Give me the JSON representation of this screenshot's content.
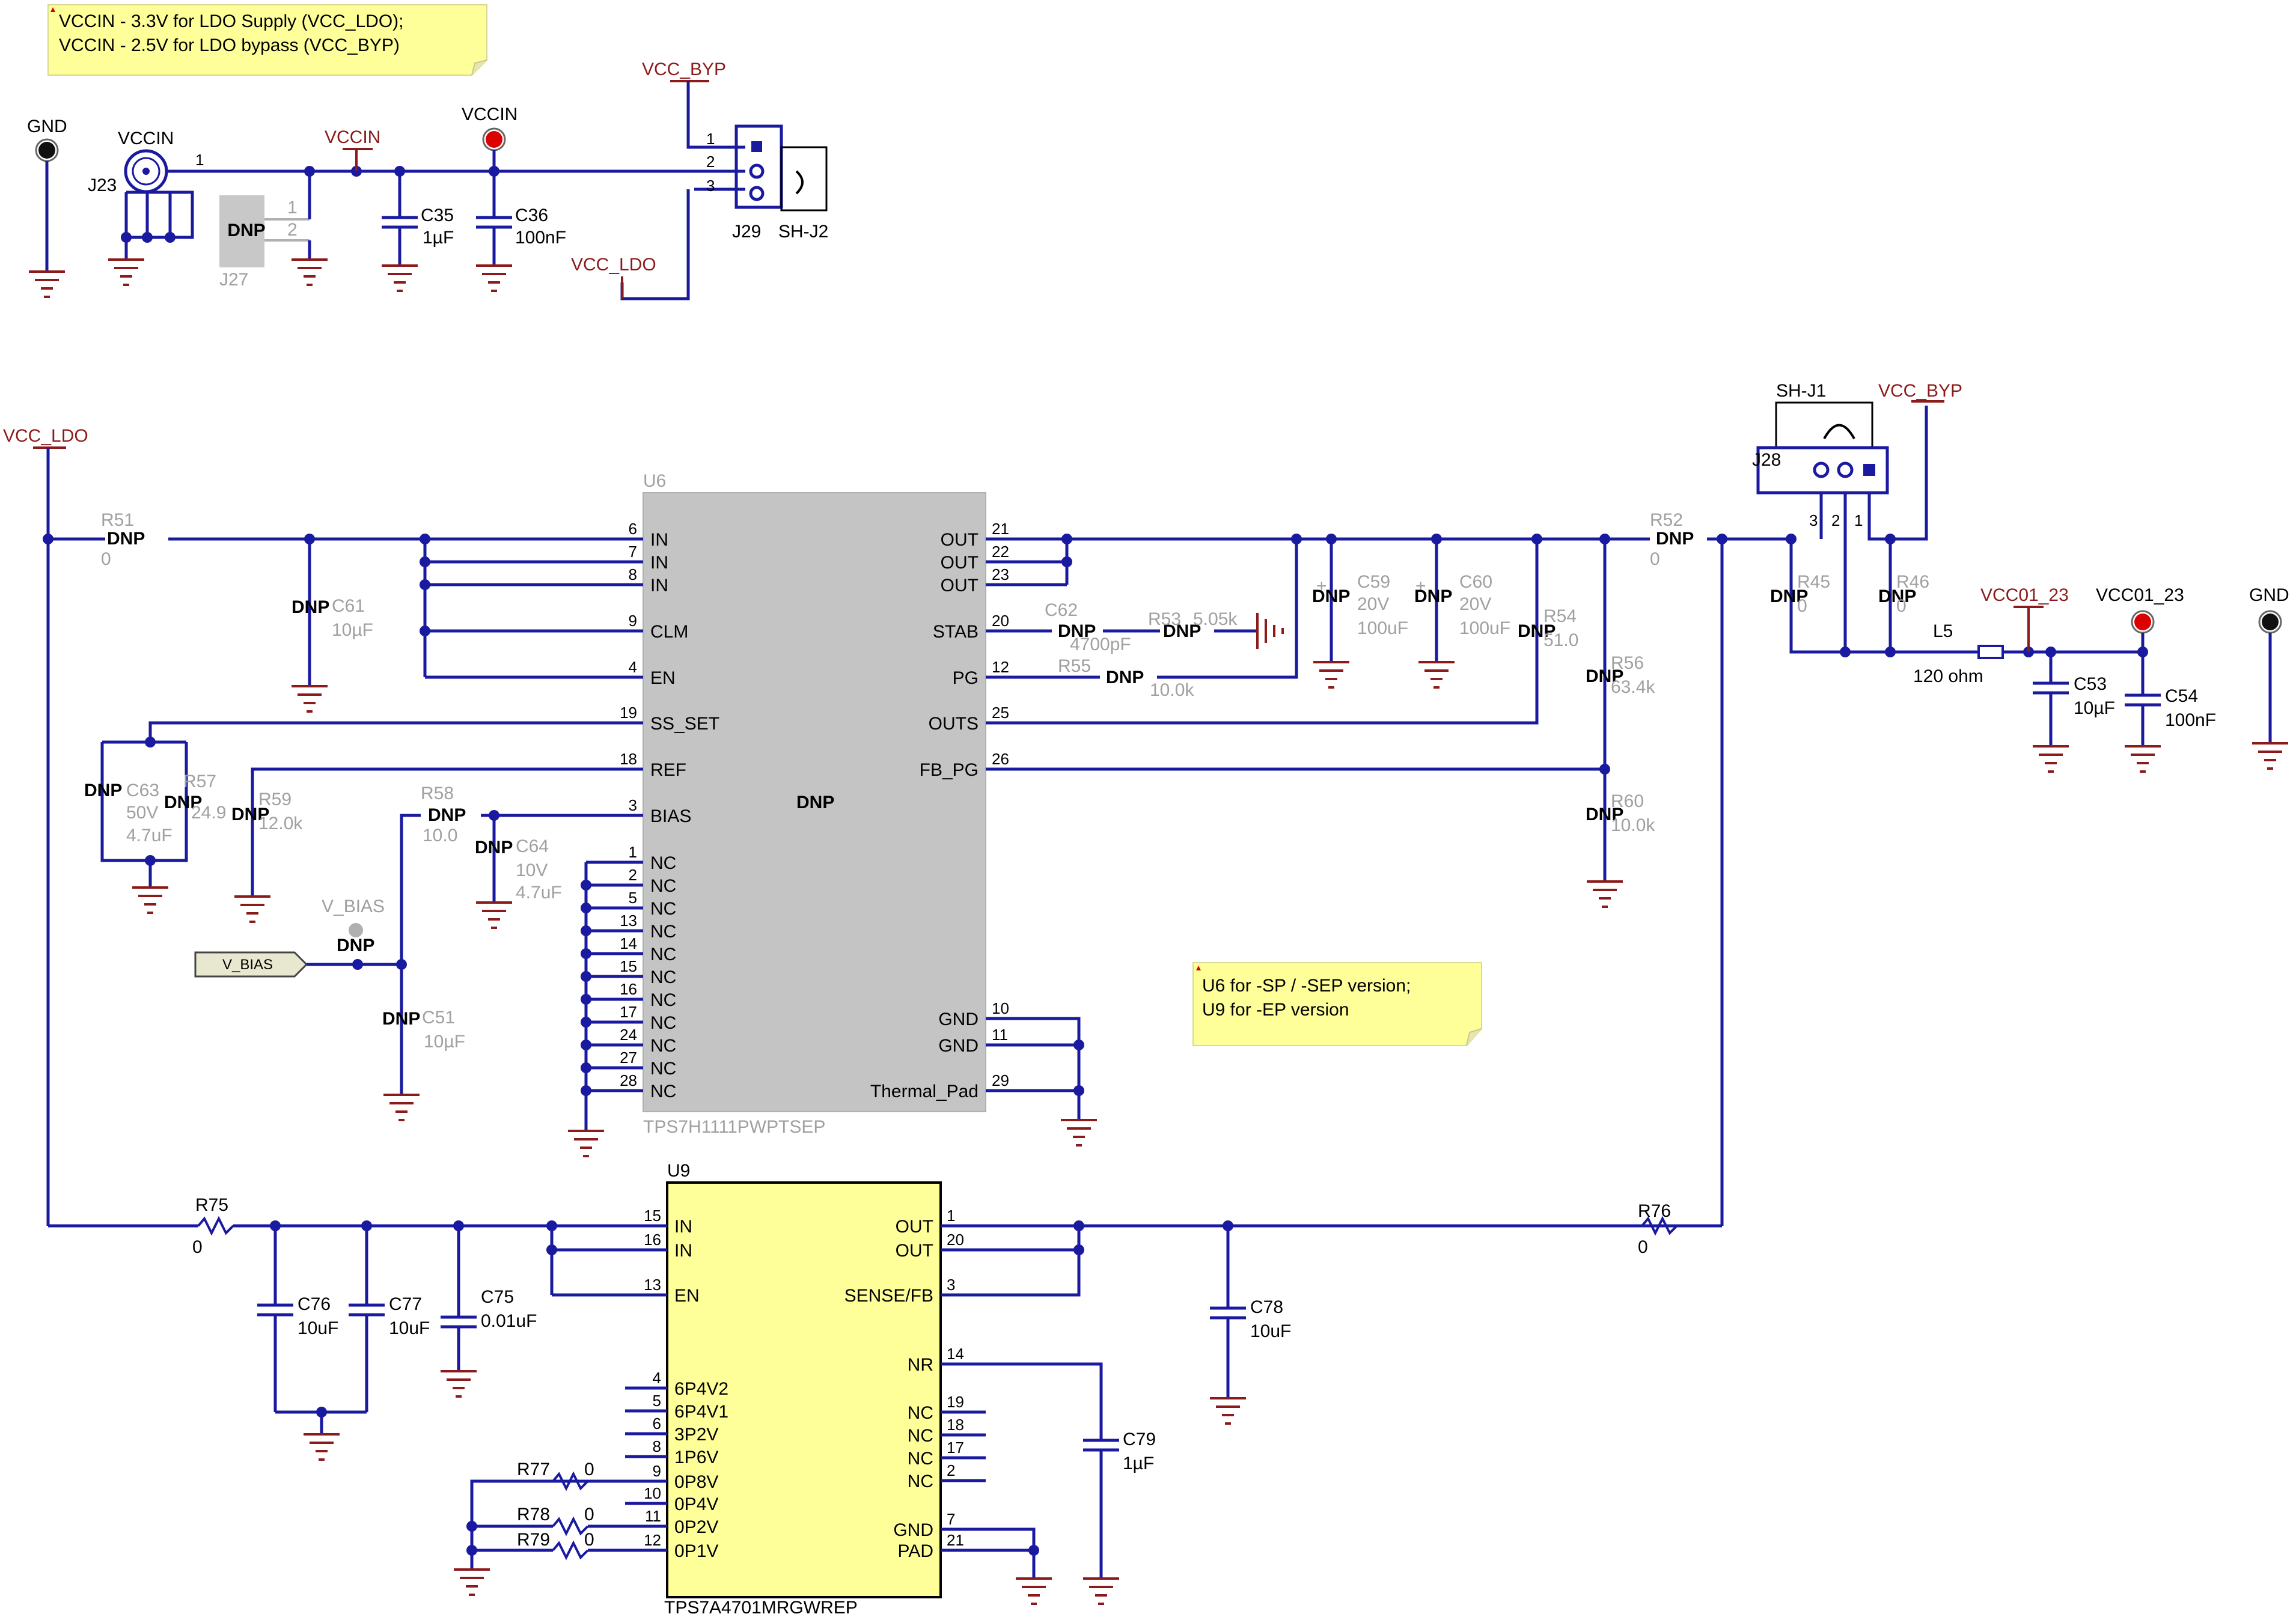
{
  "notes": {
    "top_line1": "VCCIN - 3.3V for LDO Supply (VCC_LDO);",
    "top_line2": "VCCIN - 2.5V for LDO bypass (VCC_BYP)",
    "mid_line1": "U6 for -SP / -SEP version;",
    "mid_line2": "U9 for -EP version"
  },
  "nets": {
    "gnd": "GND",
    "vccin": "VCCIN",
    "vcc_byp": "VCC_BYP",
    "vcc_ldo": "VCC_LDO",
    "vcc01_23": "VCC01_23",
    "v_bias": "V_BIAS"
  },
  "components": {
    "j23": "J23",
    "j27": "J27",
    "j29": "J29",
    "shj2": "SH-J2",
    "j28": "J28",
    "shj1": "SH-J1",
    "c35": "C35",
    "c35v": "1µF",
    "c36": "C36",
    "c36v": "100nF",
    "r51": "R51",
    "r51v": "0",
    "c61": "C61",
    "c61v": "10µF",
    "c63": "C63",
    "c63v1": "50V",
    "c63v2": "4.7uF",
    "r57": "R57",
    "r57v": "24.9",
    "r59": "R59",
    "r59v": "12.0k",
    "r58": "R58",
    "r58v": "10.0",
    "c64": "C64",
    "c64v1": "10V",
    "c64v2": "4.7uF",
    "c51": "C51",
    "c51v": "10µF",
    "c62": "C62",
    "c62v": "4700pF",
    "r53": "R53",
    "r53v": "5.05k",
    "r55": "R55",
    "r55v": "10.0k",
    "c59": "C59",
    "c59v1": "20V",
    "c59v2": "100uF",
    "c60": "C60",
    "c60v1": "20V",
    "c60v2": "100uF",
    "r54": "R54",
    "r54v": "51.0",
    "r56": "R56",
    "r56v": "63.4k",
    "r60": "R60",
    "r60v": "10.0k",
    "r52": "R52",
    "r52v": "0",
    "r45": "R45",
    "r45v": "0",
    "r46": "R46",
    "r46v": "0",
    "l5": "L5",
    "l5v": "120 ohm",
    "c53": "C53",
    "c53v": "10µF",
    "c54": "C54",
    "c54v": "100nF",
    "u6": "U6",
    "u6part": "TPS7H1111PWPTSEP",
    "u9": "U9",
    "u9part": "TPS7A4701MRGWREP",
    "r75": "R75",
    "r75v": "0",
    "r76": "R76",
    "r76v": "0",
    "c76": "C76",
    "c76v": "10uF",
    "c77": "C77",
    "c77v": "10uF",
    "c75": "C75",
    "c75v": "0.01uF",
    "c78": "C78",
    "c78v": "10uF",
    "c79": "C79",
    "c79v": "1µF",
    "r77": "R77",
    "r77v": "0",
    "r78": "R78",
    "r78v": "0",
    "r79": "R79",
    "r79v": "0",
    "dnp": "DNP"
  },
  "u6_pins": {
    "left": [
      {
        "num": "6",
        "name": "IN"
      },
      {
        "num": "7",
        "name": "IN"
      },
      {
        "num": "8",
        "name": "IN"
      },
      {
        "num": "9",
        "name": "CLM"
      },
      {
        "num": "4",
        "name": "EN"
      },
      {
        "num": "19",
        "name": "SS_SET"
      },
      {
        "num": "18",
        "name": "REF"
      },
      {
        "num": "3",
        "name": "BIAS"
      },
      {
        "num": "1",
        "name": "NC"
      },
      {
        "num": "2",
        "name": "NC"
      },
      {
        "num": "5",
        "name": "NC"
      },
      {
        "num": "13",
        "name": "NC"
      },
      {
        "num": "14",
        "name": "NC"
      },
      {
        "num": "15",
        "name": "NC"
      },
      {
        "num": "16",
        "name": "NC"
      },
      {
        "num": "17",
        "name": "NC"
      },
      {
        "num": "24",
        "name": "NC"
      },
      {
        "num": "27",
        "name": "NC"
      },
      {
        "num": "28",
        "name": "NC"
      }
    ],
    "right": [
      {
        "num": "21",
        "name": "OUT"
      },
      {
        "num": "22",
        "name": "OUT"
      },
      {
        "num": "23",
        "name": "OUT"
      },
      {
        "num": "20",
        "name": "STAB"
      },
      {
        "num": "12",
        "name": "PG"
      },
      {
        "num": "25",
        "name": "OUTS"
      },
      {
        "num": "26",
        "name": "FB_PG"
      },
      {
        "num": "10",
        "name": "GND"
      },
      {
        "num": "11",
        "name": "GND"
      },
      {
        "num": "29",
        "name": "Thermal_Pad"
      }
    ]
  },
  "u9_pins": {
    "left": [
      {
        "num": "15",
        "name": "IN"
      },
      {
        "num": "16",
        "name": "IN"
      },
      {
        "num": "13",
        "name": "EN"
      },
      {
        "num": "4",
        "name": "6P4V2"
      },
      {
        "num": "5",
        "name": "6P4V1"
      },
      {
        "num": "6",
        "name": "3P2V"
      },
      {
        "num": "8",
        "name": "1P6V"
      },
      {
        "num": "9",
        "name": "0P8V"
      },
      {
        "num": "10",
        "name": "0P4V"
      },
      {
        "num": "11",
        "name": "0P2V"
      },
      {
        "num": "12",
        "name": "0P1V"
      }
    ],
    "right": [
      {
        "num": "1",
        "name": "OUT"
      },
      {
        "num": "20",
        "name": "OUT"
      },
      {
        "num": "3",
        "name": "SENSE/FB"
      },
      {
        "num": "14",
        "name": "NR"
      },
      {
        "num": "19",
        "name": "NC"
      },
      {
        "num": "18",
        "name": "NC"
      },
      {
        "num": "17",
        "name": "NC"
      },
      {
        "num": "2",
        "name": "NC"
      },
      {
        "num": "7",
        "name": "GND"
      },
      {
        "num": "21",
        "name": "PAD"
      }
    ]
  },
  "connector_pins": {
    "p1": "1",
    "p2": "2",
    "p3": "3"
  }
}
